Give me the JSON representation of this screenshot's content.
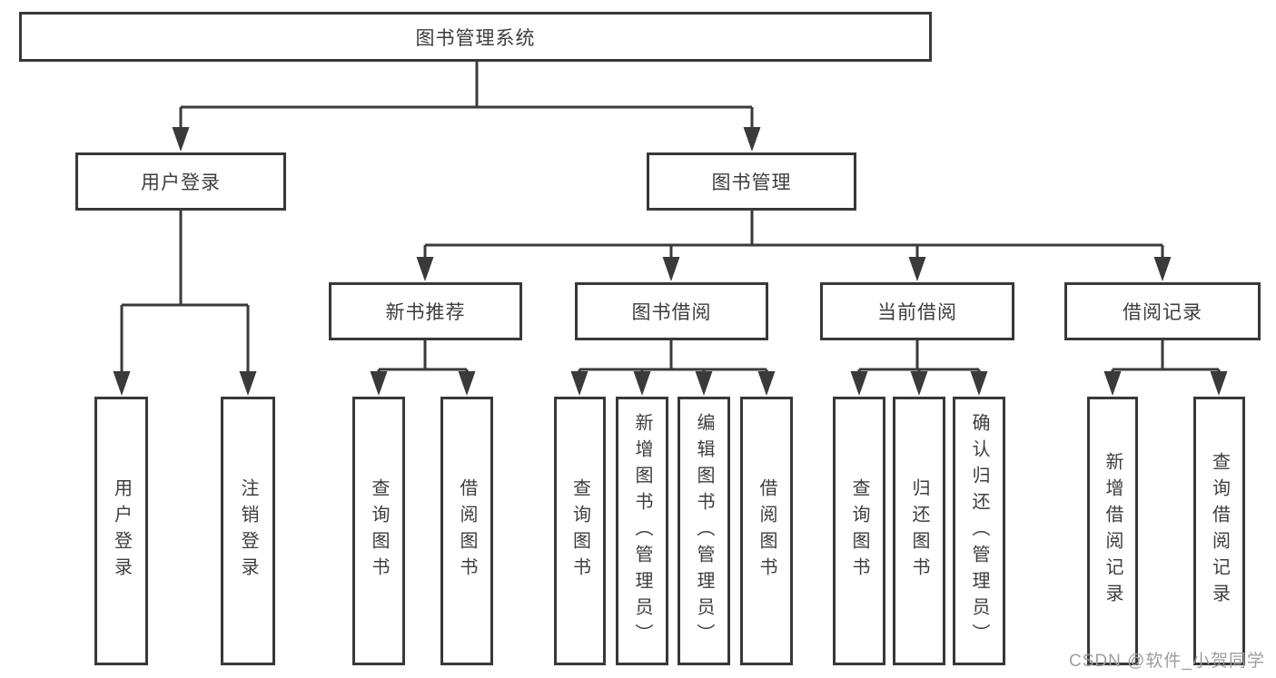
{
  "nodes": {
    "root": "图书管理系统",
    "user_login": "用户登录",
    "book_mgmt": "图书管理",
    "new_book": "新书推荐",
    "book_borrow": "图书借阅",
    "current_borrow": "当前借阅",
    "borrow_record": "借阅记录"
  },
  "leaves": {
    "user_login": [
      "用户登录",
      "注销登录"
    ],
    "new_book": [
      "查询图书",
      "借阅图书"
    ],
    "book_borrow": [
      "查询图书",
      "新增图书（管理员）",
      "编辑图书（管理员）",
      "借阅图书"
    ],
    "current_borrow": [
      "查询图书",
      "归还图书",
      "确认归还（管理员）"
    ],
    "borrow_record": [
      "新增借阅记录",
      "查询借阅记录"
    ]
  },
  "hierarchy": {
    "root": "图书管理系统",
    "children_of_root": [
      "用户登录",
      "图书管理"
    ],
    "children_of_book_mgmt": [
      "新书推荐",
      "图书借阅",
      "当前借阅",
      "借阅记录"
    ]
  },
  "watermark": "CSDN @软件_小贺同学",
  "colors": {
    "line": "#3a3a3a",
    "border": "#383838",
    "text": "#3d3d3d",
    "background": "#ffffff",
    "watermark": "#9e9e9e"
  }
}
